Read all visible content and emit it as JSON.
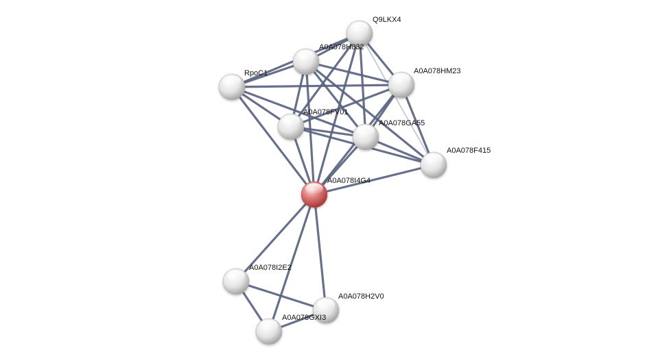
{
  "network": {
    "query_node": "A0A078I4G4",
    "nodes": [
      {
        "id": "Q9LKX4",
        "label": "Q9LKX4",
        "query": false
      },
      {
        "id": "A0A078H832",
        "label": "A0A078H832",
        "query": false
      },
      {
        "id": "RpoC1",
        "label": "RpoC1",
        "query": false
      },
      {
        "id": "A0A078HM23",
        "label": "A0A078HM23",
        "query": false
      },
      {
        "id": "A0A078FV01",
        "label": "A0A078FV01",
        "query": false
      },
      {
        "id": "A0A078GA55",
        "label": "A0A078GA55",
        "query": false
      },
      {
        "id": "A0A078F415",
        "label": "A0A078F415",
        "query": false
      },
      {
        "id": "A0A078I4G4",
        "label": "A0A078I4G4",
        "query": true
      },
      {
        "id": "A0A078I2E2",
        "label": "A0A078I2E2",
        "query": false
      },
      {
        "id": "A0A078H2V0",
        "label": "A0A078H2V0",
        "query": false
      },
      {
        "id": "A0A078GXI3",
        "label": "A0A078GXI3",
        "query": false
      }
    ],
    "edges": [
      {
        "source": "Q9LKX4",
        "target": "A0A078H832",
        "strength": 1
      },
      {
        "source": "Q9LKX4",
        "target": "RpoC1",
        "strength": 1
      },
      {
        "source": "Q9LKX4",
        "target": "A0A078HM23",
        "strength": 1
      },
      {
        "source": "Q9LKX4",
        "target": "A0A078FV01",
        "strength": 1
      },
      {
        "source": "Q9LKX4",
        "target": "A0A078GA55",
        "strength": 1
      },
      {
        "source": "Q9LKX4",
        "target": "A0A078I4G4",
        "strength": 1
      },
      {
        "source": "Q9LKX4",
        "target": "A0A078F415",
        "strength": 0.4
      },
      {
        "source": "A0A078H832",
        "target": "RpoC1",
        "strength": 1
      },
      {
        "source": "A0A078H832",
        "target": "A0A078HM23",
        "strength": 1
      },
      {
        "source": "A0A078H832",
        "target": "A0A078FV01",
        "strength": 1
      },
      {
        "source": "A0A078H832",
        "target": "A0A078GA55",
        "strength": 1
      },
      {
        "source": "A0A078H832",
        "target": "A0A078F415",
        "strength": 1
      },
      {
        "source": "A0A078H832",
        "target": "A0A078I4G4",
        "strength": 1
      },
      {
        "source": "RpoC1",
        "target": "A0A078HM23",
        "strength": 1
      },
      {
        "source": "RpoC1",
        "target": "A0A078FV01",
        "strength": 1
      },
      {
        "source": "RpoC1",
        "target": "A0A078GA55",
        "strength": 1
      },
      {
        "source": "RpoC1",
        "target": "A0A078I4G4",
        "strength": 1
      },
      {
        "source": "A0A078HM23",
        "target": "A0A078FV01",
        "strength": 1
      },
      {
        "source": "A0A078HM23",
        "target": "A0A078GA55",
        "strength": 1
      },
      {
        "source": "A0A078HM23",
        "target": "A0A078F415",
        "strength": 1
      },
      {
        "source": "A0A078HM23",
        "target": "A0A078I4G4",
        "strength": 1
      },
      {
        "source": "A0A078FV01",
        "target": "A0A078GA55",
        "strength": 1
      },
      {
        "source": "A0A078FV01",
        "target": "A0A078F415",
        "strength": 1
      },
      {
        "source": "A0A078FV01",
        "target": "A0A078I4G4",
        "strength": 1
      },
      {
        "source": "A0A078GA55",
        "target": "A0A078F415",
        "strength": 1
      },
      {
        "source": "A0A078GA55",
        "target": "A0A078I4G4",
        "strength": 1
      },
      {
        "source": "A0A078F415",
        "target": "A0A078I4G4",
        "strength": 1
      },
      {
        "source": "A0A078I4G4",
        "target": "A0A078I2E2",
        "strength": 1
      },
      {
        "source": "A0A078I4G4",
        "target": "A0A078H2V0",
        "strength": 1
      },
      {
        "source": "A0A078I4G4",
        "target": "A0A078GXI3",
        "strength": 1
      },
      {
        "source": "A0A078I2E2",
        "target": "A0A078H2V0",
        "strength": 1
      },
      {
        "source": "A0A078I2E2",
        "target": "A0A078GXI3",
        "strength": 1
      },
      {
        "source": "A0A078H2V0",
        "target": "A0A078GXI3",
        "strength": 1
      }
    ]
  },
  "colors": {
    "edge": "#5a6480",
    "edge_weak": "#b8bcc8",
    "node_fill": "#e6e6e6",
    "node_shade": "#9a9a9a",
    "query_fill": "#e07a7a",
    "query_shade": "#a03030",
    "label": "#111111"
  }
}
